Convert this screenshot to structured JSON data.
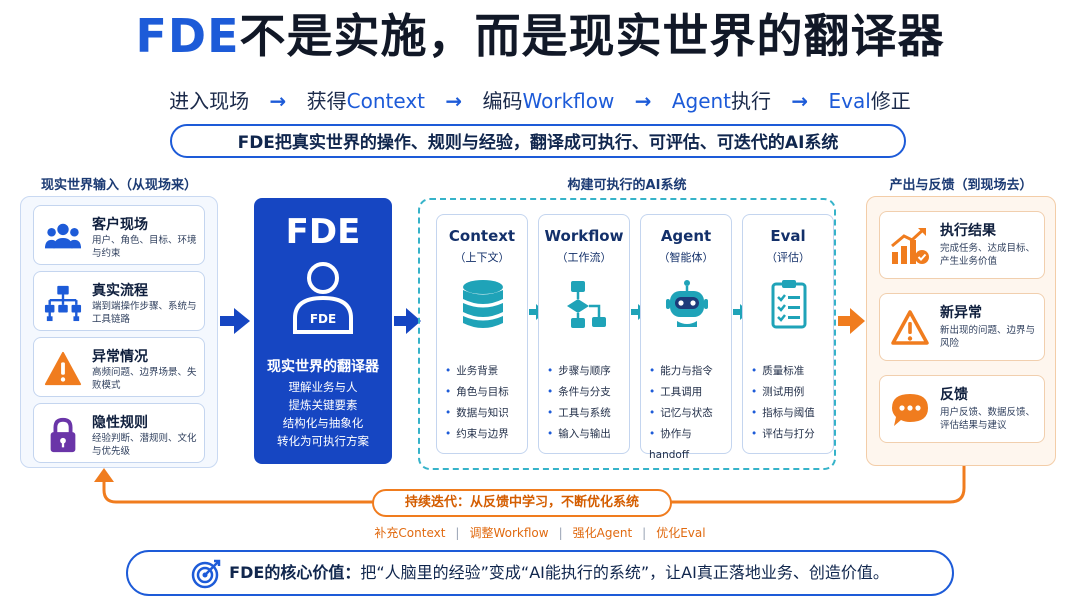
{
  "title": {
    "fde": "FDE",
    "rest": "不是实施，而是现实世界的翻译器"
  },
  "flow": [
    {
      "cn": "进入现场",
      "en": ""
    },
    {
      "cn": "获得",
      "en": "Context"
    },
    {
      "cn": "编码",
      "en": "Workflow"
    },
    {
      "cn": "执行",
      "en": "Agent"
    },
    {
      "cn": "修正",
      "en": "Eval"
    }
  ],
  "flow_arrow": "→",
  "banner": "FDE把真实世界的操作、规则与经验，翻译成可执行、可评估、可迭代的AI系统",
  "left": {
    "title": "现实世界输入（从现场来）",
    "cards": [
      {
        "title": "客户现场",
        "desc": "用户、角色、目标、环境与约束",
        "icon": "people-icon"
      },
      {
        "title": "真实流程",
        "desc": "端到端操作步骤、系统与工具链路",
        "icon": "flowchart-icon"
      },
      {
        "title": "异常情况",
        "desc": "高频问题、边界场景、失败模式",
        "icon": "warning-icon"
      },
      {
        "title": "隐性规则",
        "desc": "经验判断、潜规则、文化与优先级",
        "icon": "lock-icon"
      }
    ]
  },
  "fde": {
    "label": "FDE",
    "badge": "FDE",
    "subtitle": "现实世界的翻译器",
    "items": [
      "理解业务与人",
      "提炼关键要素",
      "结构化与抽象化",
      "转化为可执行方案"
    ]
  },
  "middle": {
    "title": "构建可执行的AI系统",
    "cards": [
      {
        "title": "Context",
        "sub": "（上下文）",
        "icon": "database-icon",
        "items": [
          "业务背景",
          "角色与目标",
          "数据与知识",
          "约束与边界"
        ]
      },
      {
        "title": "Workflow",
        "sub": "（工作流）",
        "icon": "workflow-icon",
        "items": [
          "步骤与顺序",
          "条件与分支",
          "工具与系统",
          "输入与输出"
        ]
      },
      {
        "title": "Agent",
        "sub": "（智能体）",
        "icon": "robot-icon",
        "items": [
          "能力与指令",
          "工具调用",
          "记忆与状态",
          "协作与 handoff"
        ]
      },
      {
        "title": "Eval",
        "sub": "（评估）",
        "icon": "checklist-icon",
        "items": [
          "质量标准",
          "测试用例",
          "指标与阈值",
          "评估与打分"
        ]
      }
    ]
  },
  "right": {
    "title": "产出与反馈（到现场去）",
    "cards": [
      {
        "title": "执行结果",
        "desc": "完成任务、达成目标、产生业务价值",
        "icon": "growth-chart-icon"
      },
      {
        "title": "新异常",
        "desc": "新出现的问题、边界与风险",
        "icon": "warning-icon"
      },
      {
        "title": "反馈",
        "desc": "用户反馈、数据反馈、评估结果与建议",
        "icon": "chat-icon"
      }
    ]
  },
  "loop": {
    "title": "持续迭代：从反馈中学习，不断优化系统",
    "items": [
      "补充Context",
      "调整Workflow",
      "强化Agent",
      "优化Eval"
    ],
    "sep": "|"
  },
  "core": {
    "label": "FDE的核心价值：",
    "text": "把“人脑里的经验”变成“AI能执行的系统”，让AI真正落地业务、创造价值。"
  },
  "colors": {
    "blue": "#1d5bd8",
    "deep_blue": "#1646c2",
    "teal": "#36b3c9",
    "orange": "#f07c1e"
  }
}
